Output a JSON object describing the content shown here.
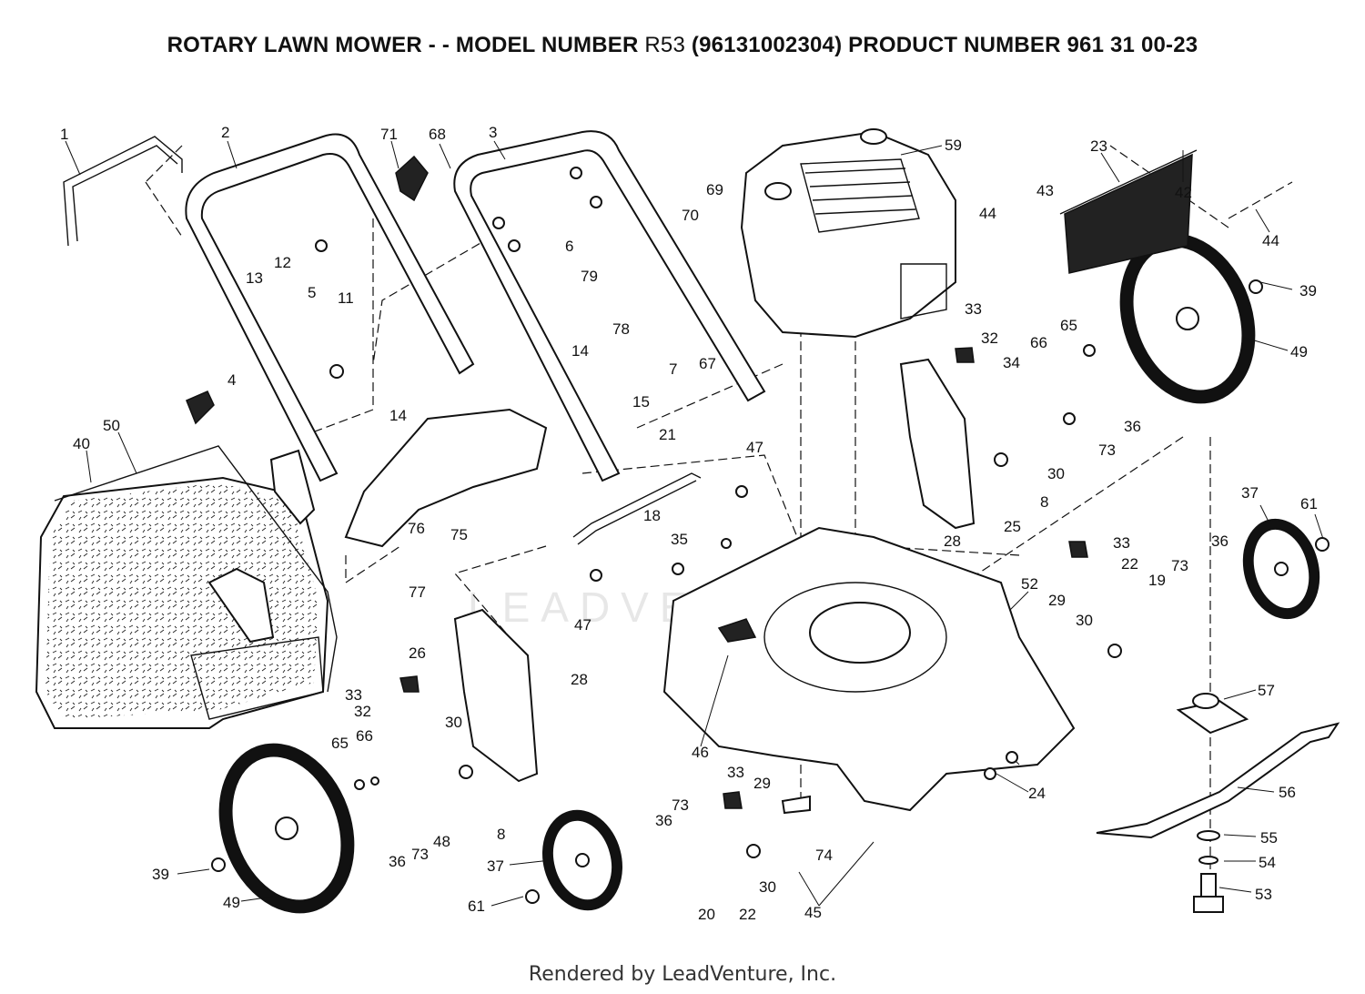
{
  "header": {
    "title_prefix": "ROTARY LAWN MOWER - - MODEL NUMBER ",
    "model": "R53",
    "title_suffix": " (96131002304) PRODUCT NUMBER 961 31 00-23"
  },
  "watermark": "LEADVENTURE",
  "footer": "Rendered by LeadVenture, Inc.",
  "callouts": {
    "1": "1",
    "2": "2",
    "3": "3",
    "4": "4",
    "5": "5",
    "6": "6",
    "7": "7",
    "8": "8",
    "11": "11",
    "12": "12",
    "13": "13",
    "14": "14",
    "15": "15",
    "18": "18",
    "19": "19",
    "20": "20",
    "21": "21",
    "22": "22",
    "23": "23",
    "24": "24",
    "25": "25",
    "26": "26",
    "28": "28",
    "29": "29",
    "30": "30",
    "32": "32",
    "33": "33",
    "34": "34",
    "35": "35",
    "36": "36",
    "37": "37",
    "39": "39",
    "40": "40",
    "42": "42",
    "43": "43",
    "44": "44",
    "45": "45",
    "46": "46",
    "47": "47",
    "48": "48",
    "49": "49",
    "50": "50",
    "52": "52",
    "53": "53",
    "54": "54",
    "55": "55",
    "56": "56",
    "57": "57",
    "59": "59",
    "61": "61",
    "65": "65",
    "66": "66",
    "67": "67",
    "68": "68",
    "69": "69",
    "70": "70",
    "71": "71",
    "73": "73",
    "74": "74",
    "75": "75",
    "76": "76",
    "77": "77",
    "78": "78",
    "79": "79"
  }
}
